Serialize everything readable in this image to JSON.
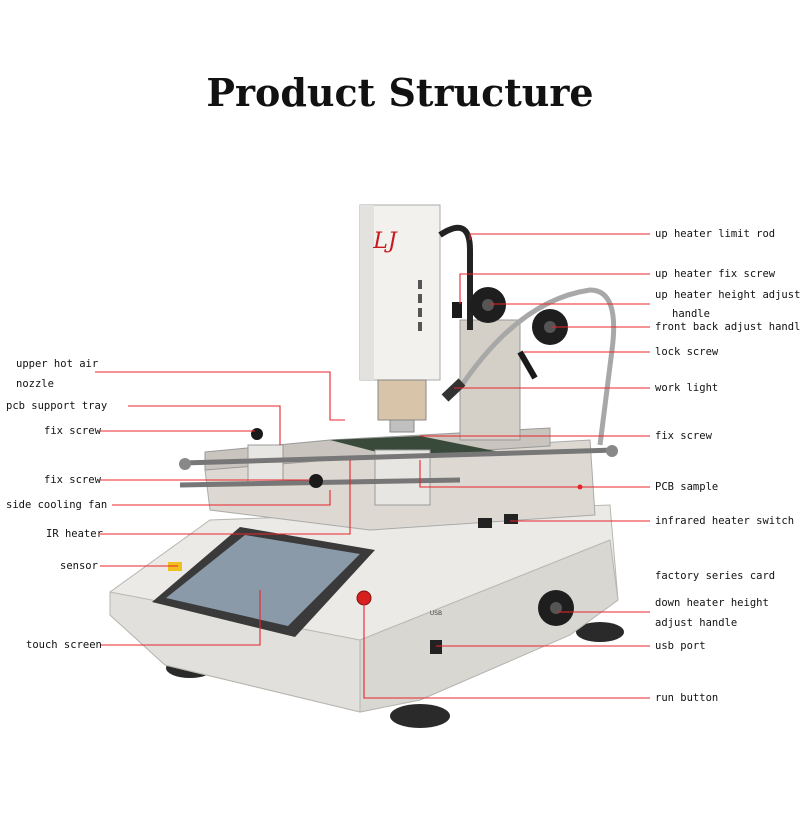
{
  "title": "Product Structure",
  "colors": {
    "callout_line": "#e8242b",
    "label_text": "#111111",
    "machine_body": "#eceae6"
  },
  "labels_left": {
    "upper_hot_air_1": "upper hot air",
    "upper_hot_air_2": "nozzle",
    "pcb_support_tray": "pcb support tray",
    "fix_screw_top": "fix screw",
    "fix_screw_mid": "fix screw",
    "side_cooling_fan": "side cooling fan",
    "ir_heater": "IR heater",
    "sensor": "sensor",
    "touch_screen": "touch screen"
  },
  "labels_right": {
    "up_heater_limit_rod": "up heater limit rod",
    "up_heater_fix_screw": "up heater fix screw",
    "up_heater_height_1": "up heater height adjust",
    "up_heater_height_2": "handle",
    "front_back_adjust": "front back adjust handle",
    "lock_screw": "lock screw",
    "work_light": "work light",
    "fix_screw_right": "fix screw",
    "pcb_sample": "PCB sample",
    "infrared_heater_switch": "infrared heater switch",
    "factory_series_card": "factory series card",
    "down_heater_height_1": "down heater height",
    "down_heater_height_2": "adjust handle",
    "usb_port": "usb port",
    "run_button": "run button"
  },
  "machine": {
    "logo": "LJ",
    "usb_text": "USB"
  }
}
